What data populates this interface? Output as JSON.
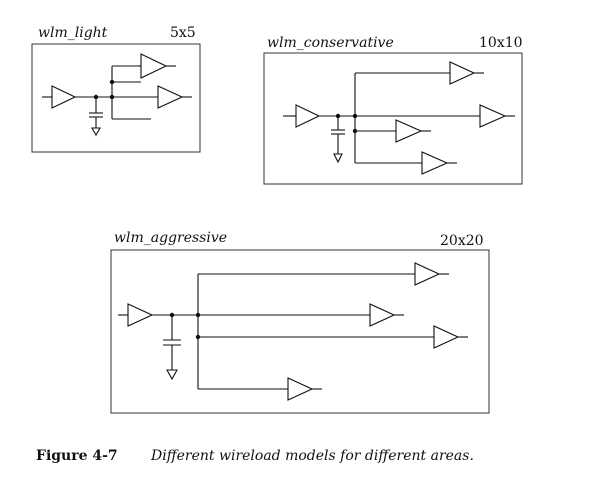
{
  "diagrams": [
    {
      "name": "wlm_light",
      "size": "5x5"
    },
    {
      "name": "wlm_conservative",
      "size": "10x10"
    },
    {
      "name": "wlm_aggressive",
      "size": "20x20"
    }
  ],
  "caption": {
    "number": "Figure 4-7",
    "text": "Different wireload models for different areas."
  },
  "colors": {
    "stroke": "#111111",
    "box": "#333333"
  }
}
